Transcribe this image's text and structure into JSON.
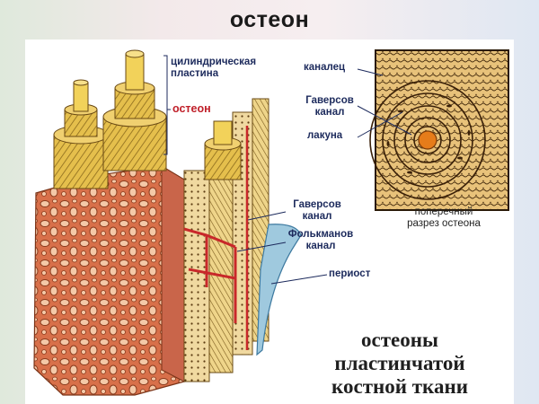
{
  "title": "остеон",
  "labels": {
    "cyl_plate_1": "цилиндрическая",
    "cyl_plate_2": "пластина",
    "osteon": "остеон",
    "canaliculus": "каналец",
    "havers1_1": "Гаверсов",
    "havers1_2": "канал",
    "lacuna": "лакуна",
    "havers2_1": "Гаверсов",
    "havers2_2": "канал",
    "folkmann_1": "Фолькманов",
    "folkmann_2": "канал",
    "periost": "периост",
    "cross_1": "поперечный",
    "cross_2": "разрез остеона"
  },
  "caption": {
    "line1": "остеоны",
    "line2": "пластинчатой",
    "line3": "костной ткани"
  },
  "colors": {
    "text_label": "#1c2a5c",
    "osteon_label": "#c0202a",
    "bone_orange": "#e0875c",
    "lamella_yellow": "#e9c34a",
    "vessel_red": "#c8282a",
    "periost_blue": "#9fc9de"
  }
}
